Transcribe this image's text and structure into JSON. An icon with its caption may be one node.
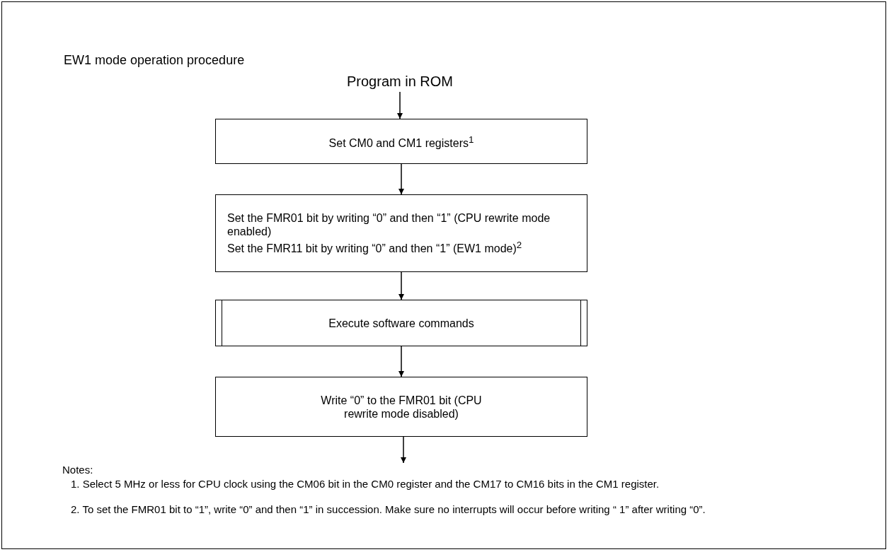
{
  "diagram": {
    "title": "EW1 mode operation procedure",
    "nodes": [
      {
        "text": [
          "Program in ROM"
        ]
      },
      {
        "text": [
          "Set CM0 and CM1 registers$^{1}$"
        ]
      },
      {
        "text": [
          "Set the FMR01 bit by writing “0” and then “1” (CPU rewrite mode enabled)",
          "Set the FMR11 bit by writing “0” and then “1” (EW1 mode)$^{2}$"
        ]
      },
      {
        "text": [
          "Execute software commands"
        ]
      },
      {
        "text": [
          "Write “0” to the FMR01 bit (CPU rewrite mode disabled)"
        ]
      }
    ],
    "edges": [
      {
        "from": 0,
        "to": 1,
        "arrow": "to"
      },
      {
        "from": 1,
        "to": 2,
        "arrow": "to"
      },
      {
        "from": 2,
        "to": 3,
        "arrow": "to"
      },
      {
        "from": 3,
        "to": 4,
        "arrow": "to"
      },
      {
        "from": 4,
        "to": null,
        "arrow": "to"
      }
    ],
    "labels": [
      "Notes:",
      "1. Select 5 MHz or less for CPU clock using the CM06 bit in the CM0 register and the CM17 to CM16 bits in the CM1 register.",
      "2. To set the FMR01 bit to “1”, write “0” and then “1” in succession. Make sure no interrupts will occur before writing “ 1” after writing “0”."
    ]
  }
}
